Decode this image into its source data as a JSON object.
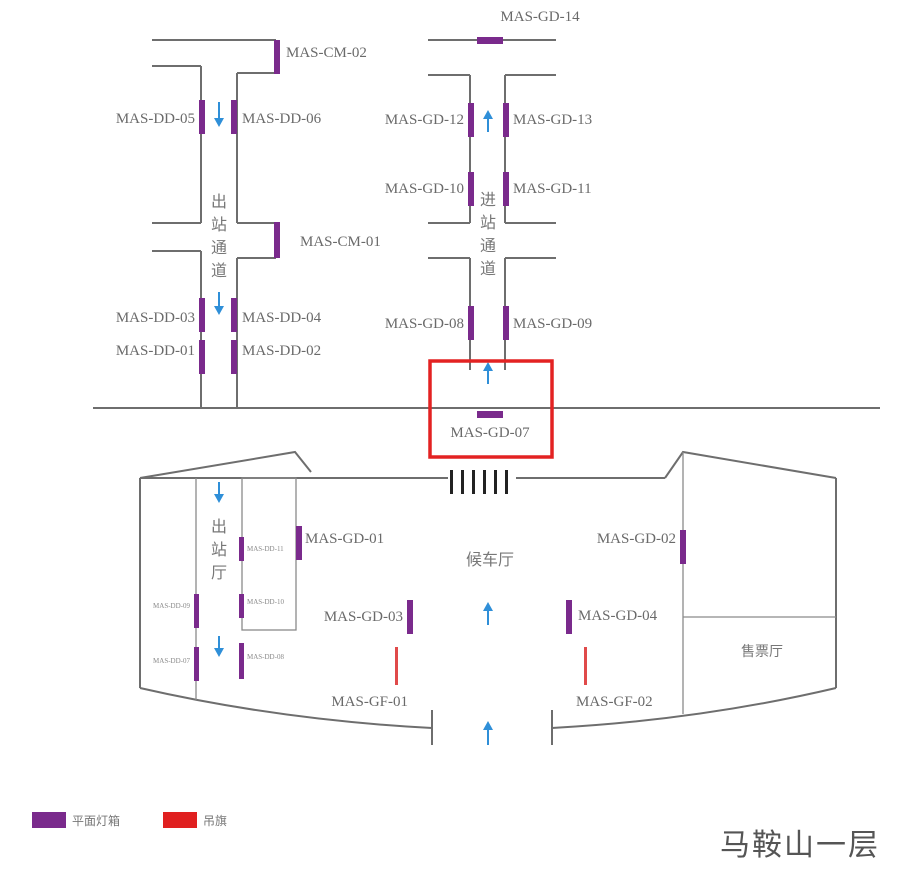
{
  "colors": {
    "flat_lightbox": "#7a2a8c",
    "hanging_flag": "#e02020",
    "arrow": "#2f8fd8",
    "highlight": "#e32222",
    "wall": "#6e6e6e"
  },
  "labels": {
    "cm02": "MAS-CM-02",
    "cm01": "MAS-CM-01",
    "dd05": "MAS-DD-05",
    "dd06": "MAS-DD-06",
    "dd03": "MAS-DD-03",
    "dd04": "MAS-DD-04",
    "dd01": "MAS-DD-01",
    "dd02": "MAS-DD-02",
    "gd14": "MAS-GD-14",
    "gd12": "MAS-GD-12",
    "gd13": "MAS-GD-13",
    "gd10": "MAS-GD-10",
    "gd11": "MAS-GD-11",
    "gd08": "MAS-GD-08",
    "gd09": "MAS-GD-09",
    "gd07": "MAS-GD-07",
    "gd01": "MAS-GD-01",
    "gd02": "MAS-GD-02",
    "gd03": "MAS-GD-03",
    "gd04": "MAS-GD-04",
    "gf01": "MAS-GF-01",
    "gf02": "MAS-GF-02",
    "dd11": "MAS-DD-11",
    "dd10": "MAS-DD-10",
    "dd09": "MAS-DD-09",
    "dd08": "MAS-DD-08",
    "dd07": "MAS-DD-07"
  },
  "areas": {
    "exit_passage": [
      "出",
      "站",
      "通",
      "道"
    ],
    "entry_passage": [
      "进",
      "站",
      "通",
      "道"
    ],
    "exit_hall": [
      "出",
      "站",
      "厅"
    ],
    "waiting_hall": "候车厅",
    "ticket_hall": "售票厅"
  },
  "legend": {
    "flat_lightbox": "平面灯箱",
    "hanging_flag": "吊旗"
  },
  "floor_title": "马鞍山一层"
}
